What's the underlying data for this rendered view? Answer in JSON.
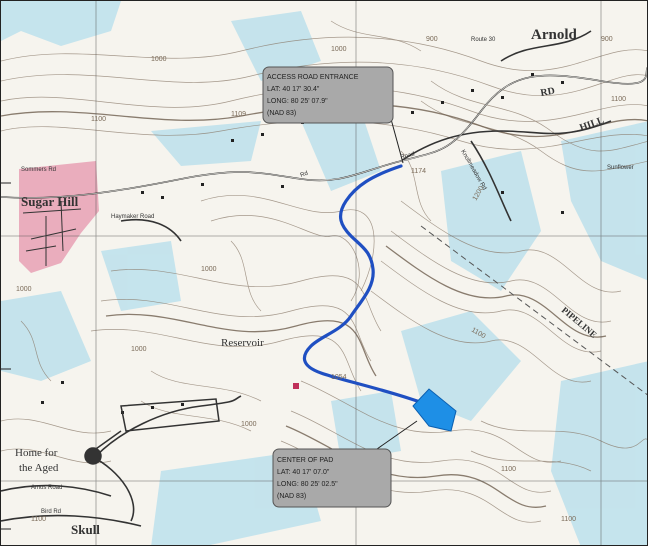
{
  "map": {
    "places": {
      "arnold": "Arnold",
      "town": "Sugar Hill",
      "reservoir": "Reservoir",
      "home_for_aged_1": "Home for",
      "home_for_aged_2": "the Aged",
      "skull": "Skull",
      "pipeline": "PIPELINE",
      "hill_rd": "HILL",
      "rd": "RD"
    },
    "roads": {
      "road_a": "Rd",
      "road_b": "Road",
      "road_c": "Haymaker Road",
      "road_d": "Knollmeadow Rd",
      "road_e": "Amos Road",
      "road_f": "Sunflower",
      "road_g": "Sommers Rd",
      "road_h": "Bird Rd",
      "road_i": "Route 30"
    },
    "contours": {
      "c900": "900",
      "c1100": "1100",
      "c1200": "1200",
      "c1000": "1000",
      "c1000b": "1000",
      "c1100b": "1100",
      "c1000c": "1000",
      "c1100c": "1100",
      "c1174": "1174",
      "c1109": "1109",
      "c1000d": "1000",
      "c1100d": "1100",
      "c1054": "1054",
      "c1100e": "1100",
      "c1000e": "1000",
      "c900b": "900",
      "c1100f": "1100",
      "c1000f": "1000"
    },
    "callouts": {
      "access_road": {
        "line1": "ACCESS ROAD ENTRANCE",
        "line2": "LAT: 40 17' 30.4\"",
        "line3": "LONG: 80 25' 07.9\"",
        "line4": "(NAD 83)"
      },
      "center_pad": {
        "line1": "CENTER OF PAD",
        "line2": "LAT: 40 17' 07.0\"",
        "line3": "LONG: 80 25' 02.5\"",
        "line4": "(NAD 83)"
      }
    },
    "colors": {
      "paper": "#f6f4ee",
      "water_blue": "#a9d6e5",
      "contour_brown": "#8a7a6a",
      "urban_pink": "#e8a0b4",
      "access_road_blue": "#1f4fc2",
      "pad_blue": "#1e8fe6",
      "callout_gray": "#a9a9a9",
      "grid": "#555555"
    }
  }
}
